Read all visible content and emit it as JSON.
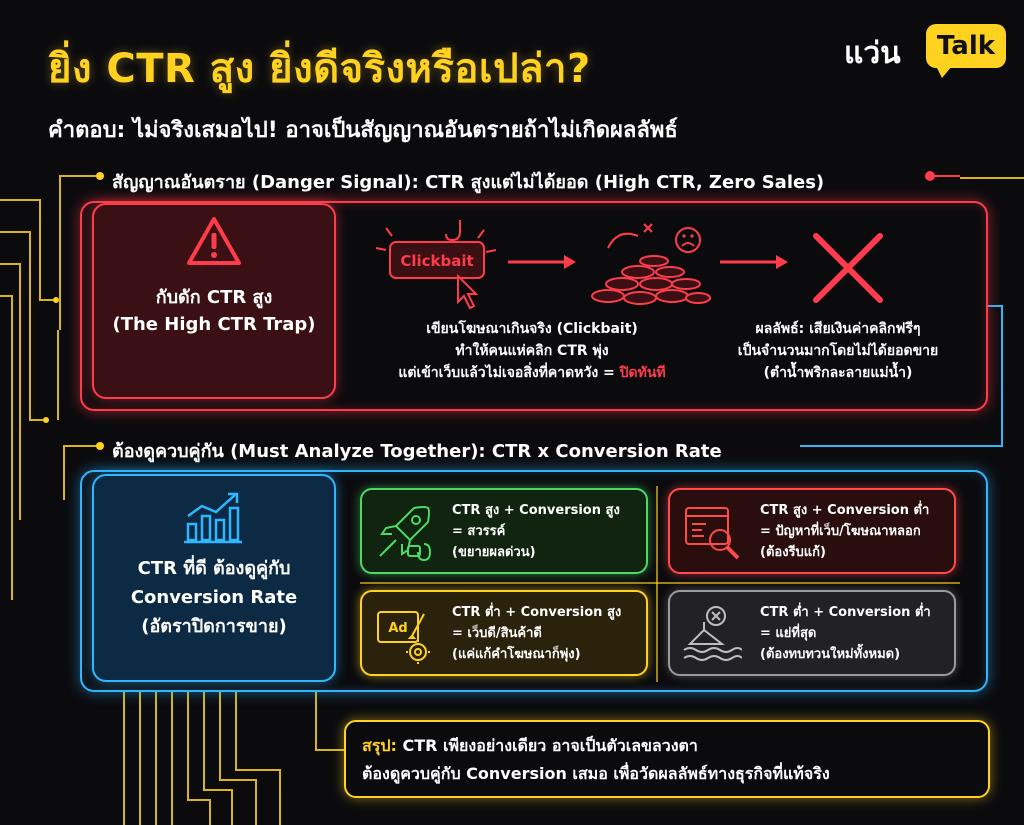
{
  "header": {
    "title": "ยิ่ง CTR สูง ยิ่งดีจริงหรือเปล่า?",
    "subtitle": "คำตอบ: ไม่จริงเสมอไป! อาจเป็นสัญญาณอันตรายถ้าไม่เกิดผลลัพธ์"
  },
  "logo": {
    "text": "แว่น",
    "bubble": "Talk"
  },
  "danger_section": {
    "heading": "สัญญาณอันตราย (Danger Signal): CTR สูงแต่ไม่ได้ยอด (High CTR, Zero Sales)",
    "trap_title_line1": "กับดัก CTR สูง",
    "trap_title_line2": "(The High CTR Trap)",
    "clickbait_label": "Clickbait",
    "desc_left_line1": "เขียนโฆษณาเกินจริง (Clickbait)",
    "desc_left_line2": "ทำให้คนแห่คลิก CTR พุ่ง",
    "desc_left_line3_prefix": "แต่เข้าเว็บแล้วไม่เจอสิ่งที่คาดหวัง = ",
    "desc_left_line3_highlight": "ปิดทันที",
    "desc_right_line1": "ผลลัพธ์: เสียเงินค่าคลิกฟรีๆ",
    "desc_right_line2": "เป็นจำนวนมากโดยไม่ได้ยอดขาย",
    "desc_right_line3": "(ตำน้ำพริกละลายแม่น้ำ)"
  },
  "analyze_section": {
    "heading": "ต้องดูควบคู่กัน (Must Analyze Together): CTR x Conversion Rate",
    "good_title_line1": "CTR ที่ดี ต้องดูคู่กับ",
    "good_title_line2": "Conversion Rate",
    "good_title_line3": "(อัตราปิดการขาย)",
    "quadrants": [
      {
        "line1": "CTR สูง + Conversion สูง",
        "line2": "= สวรรค์",
        "line3": "(ขยายผลด่วน)",
        "icon": "rocket-money-icon",
        "color": "#4cd964"
      },
      {
        "line1": "CTR สูง + Conversion ต่ำ",
        "line2": "= ปัญหาที่เว็บ/โฆษณาหลอก",
        "line3": "(ต้องรีบแก้)",
        "icon": "webpage-magnifier-icon",
        "color": "#ff4a4a"
      },
      {
        "line1": "CTR ต่ำ + Conversion สูง",
        "line2": "= เว็บดี/สินค้าดี",
        "line3": "(แค่แก้คำโฆษณาก็พุ่ง)",
        "icon": "ad-gear-icon",
        "color": "#ffd21f"
      },
      {
        "line1": "CTR ต่ำ + Conversion ต่ำ",
        "line2": "= แย่ที่สุด",
        "line3": "(ต้องทบทวนใหม่ทั้งหมด)",
        "icon": "sinking-ship-icon",
        "color": "#9b9b9b"
      }
    ]
  },
  "summary": {
    "label": "สรุป:",
    "line1": " CTR เพียงอย่างเดียว อาจเป็นตัวเลขลวงตา",
    "line2": "ต้องดูควบคู่กับ Conversion เสมอ เพื่อวัดผลลัพธ์ทางธุรกิจที่แท้จริง"
  },
  "colors": {
    "accent_yellow": "#ffd21f",
    "danger_red": "#ff3c4b",
    "info_blue": "#2fb6ff",
    "background": "#0b0b0e"
  }
}
